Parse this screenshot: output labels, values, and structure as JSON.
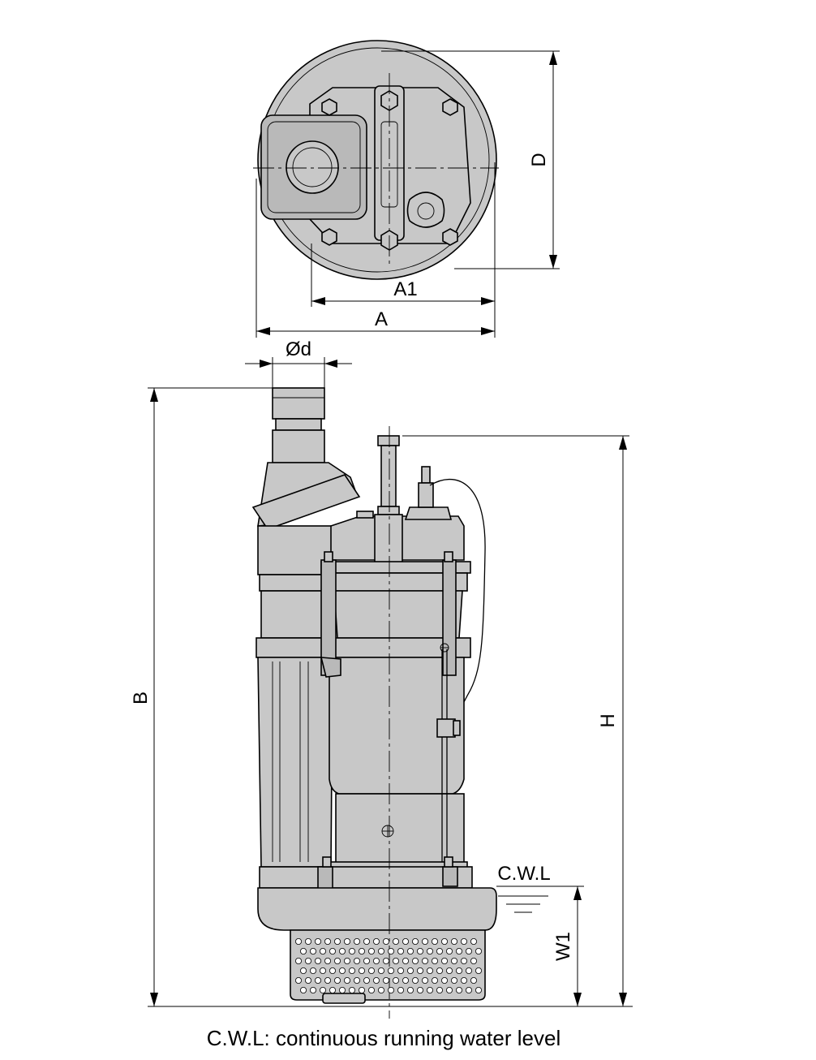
{
  "dimensions": {
    "a1": "A1",
    "a": "A",
    "d_top": "D",
    "od": "Ød",
    "b": "B",
    "h": "H",
    "w1": "W1",
    "cwl": "C.W.L"
  },
  "footnote": "C.W.L: continuous running water level"
}
